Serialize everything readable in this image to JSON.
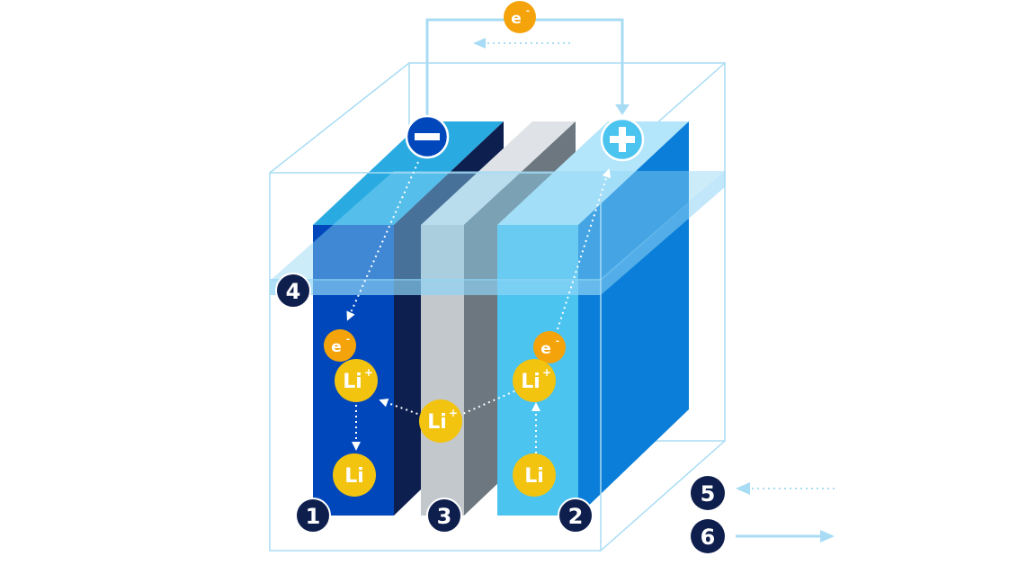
{
  "diagram": {
    "electron_symbol": "e",
    "electron_charge": "-",
    "lithium_ion_symbol": "Li",
    "lithium_ion_charge": "+",
    "lithium_symbol": "Li",
    "terminals": {
      "negative": "−",
      "positive": "+"
    },
    "callouts": {
      "anode": "1",
      "cathode": "2",
      "separator": "3",
      "electrolyte": "4",
      "legend_dotted": "5",
      "legend_solid": "6"
    }
  },
  "colors": {
    "anode": "#0047bb",
    "cathode": "#4cc4f0",
    "separator": "#c3c8cd",
    "case_outline": "#a8dcf4",
    "callout_bg": "#0f1f4d",
    "ion": "#f2c30f",
    "electron": "#f4a30b"
  }
}
